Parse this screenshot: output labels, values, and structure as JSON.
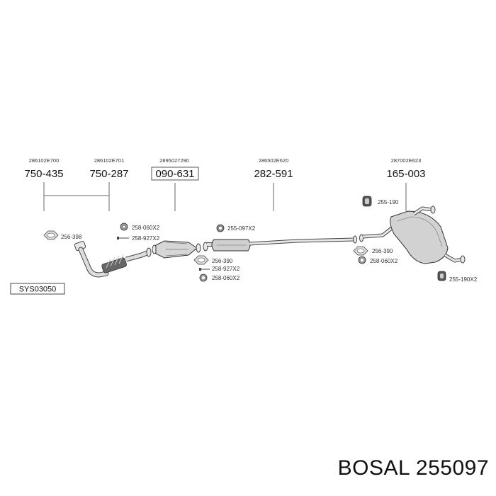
{
  "assemblies": [
    {
      "oem": "286102E700",
      "part": "750-435"
    },
    {
      "oem": "286102E701",
      "part": "750-287"
    },
    {
      "oem": "2895027290",
      "part": "090-631"
    },
    {
      "oem": "286502E620",
      "part": "282-591"
    },
    {
      "oem": "287002E623",
      "part": "165-003"
    }
  ],
  "fittings": [
    "256-398",
    "258-060X2",
    "258-927X2",
    "255-097X2",
    "256-390",
    "258-927X2",
    "258-060X2",
    "255-190",
    "256-390",
    "258-060X2",
    "255-190X2"
  ],
  "system_code": "SYS03050",
  "footer": {
    "brand": "BOSAL",
    "number": "255097"
  }
}
